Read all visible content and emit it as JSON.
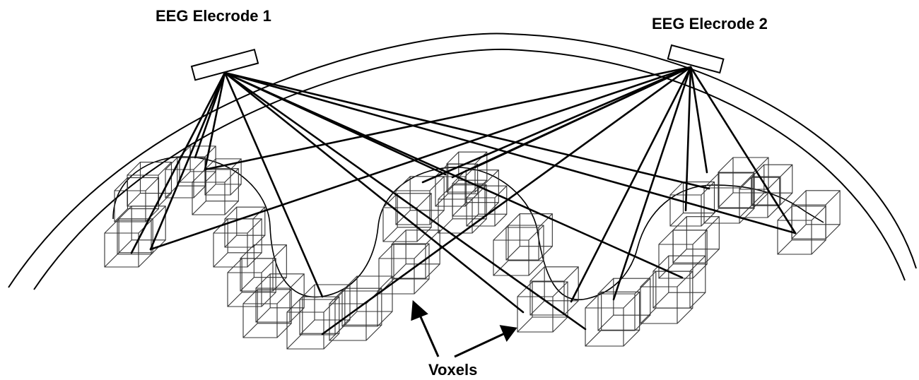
{
  "labels": {
    "electrode_1": "EEG Elecrode 1",
    "electrode_2": "EEG Elecrode 2",
    "voxels": "Voxels"
  }
}
